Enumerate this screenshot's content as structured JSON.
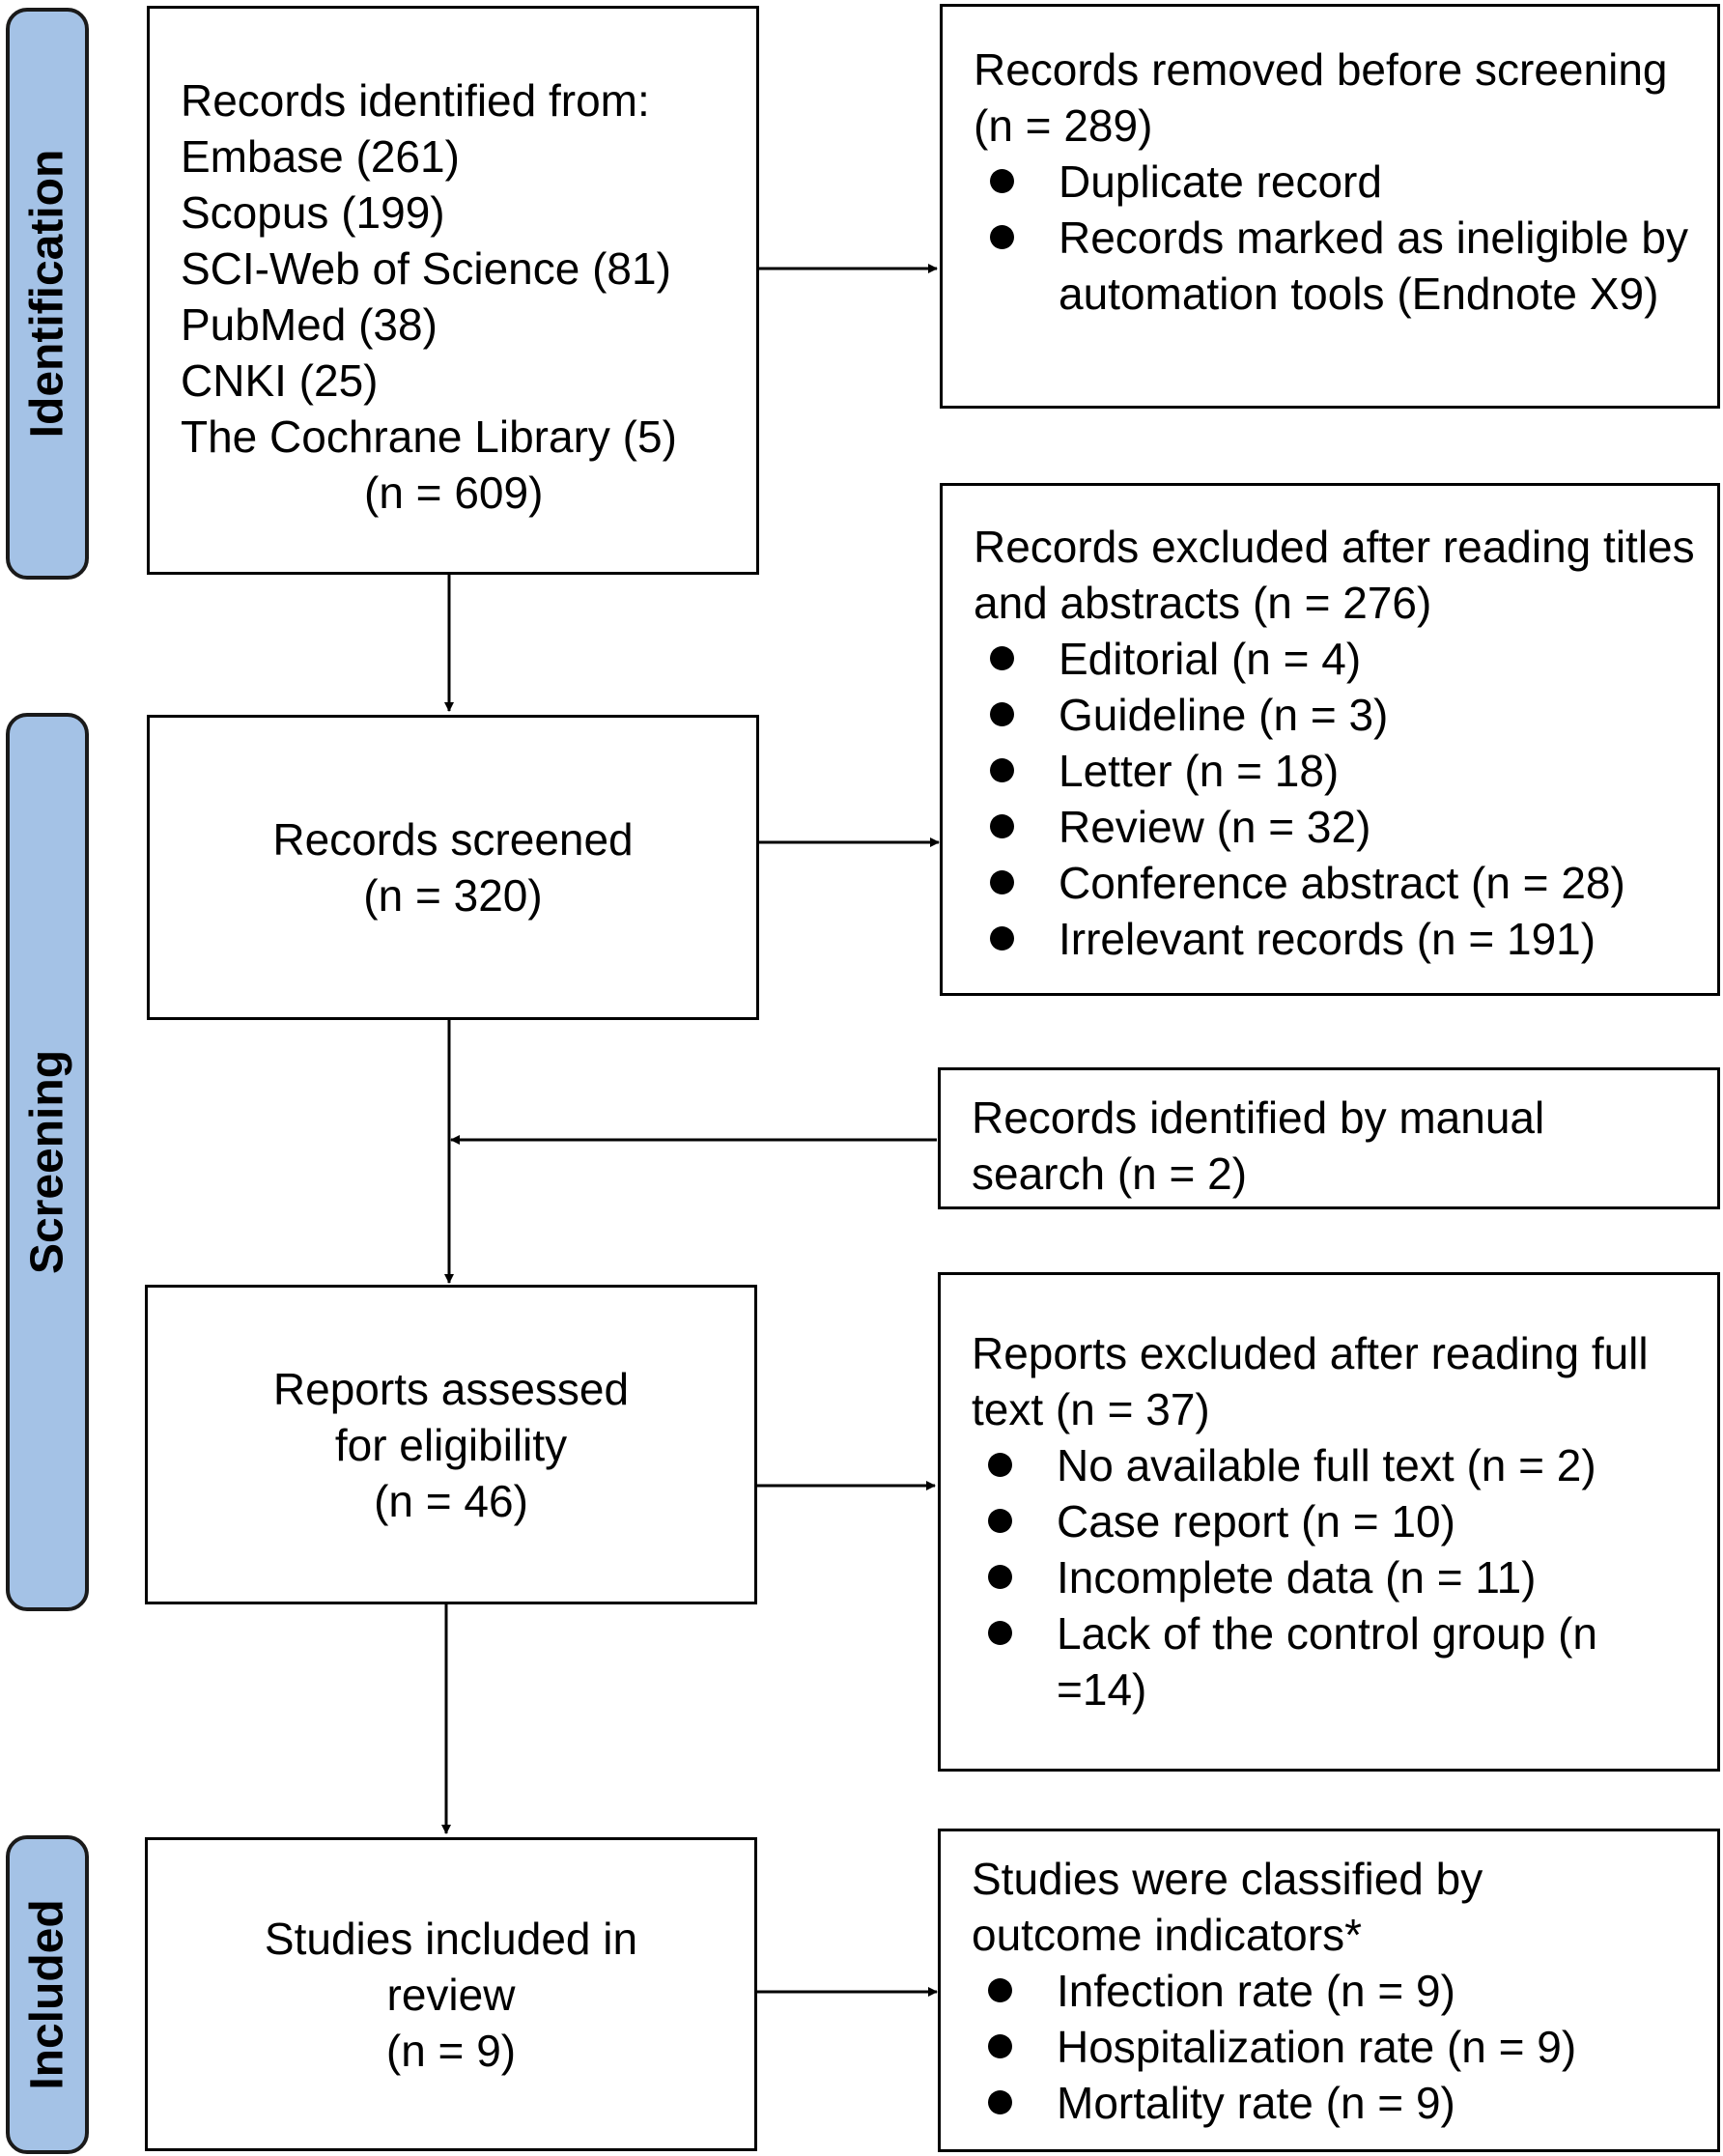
{
  "phases": {
    "identification": "Identification",
    "screening": "Screening",
    "included": "Included"
  },
  "identification_box": {
    "lines": [
      "Records identified from:",
      "Embase (261)",
      "Scopus (199)",
      "SCI-Web of Science (81)",
      "PubMed (38)",
      "CNKI (25)",
      "The Cochrane Library (5)"
    ],
    "total": "(n = 609)"
  },
  "removed_box": {
    "title": "Records removed before screening (n = 289)",
    "bullets": [
      "Duplicate record",
      "Records marked as ineligible by automation tools (Endnote X9)"
    ]
  },
  "screened_box": {
    "title": "Records screened",
    "count": "(n = 320)"
  },
  "excluded_title_box": {
    "title": "Records excluded after reading titles and abstracts (n = 276)",
    "bullets": [
      "Editorial (n = 4)",
      "Guideline (n = 3)",
      "Letter (n = 18)",
      "Review (n = 32)",
      "Conference abstract (n = 28)",
      "Irrelevant records (n = 191)"
    ]
  },
  "manual_box": {
    "title": "Records identified by manual search (n = 2)"
  },
  "eligibility_box": {
    "line1": "Reports assessed",
    "line2": "for eligibility",
    "count": "(n = 46)"
  },
  "excluded_full_box": {
    "title": "Reports excluded after reading full text (n = 37)",
    "bullets": [
      "No available full text (n = 2)",
      "Case report (n = 10)",
      "Incomplete data (n = 11)",
      "Lack of the control group (n =14)"
    ]
  },
  "included_box": {
    "line1": "Studies included in",
    "line2": "review",
    "count": "(n = 9)"
  },
  "classified_box": {
    "title": "Studies were classified by outcome indicators*",
    "bullets": [
      "Infection rate (n = 9)",
      "Hospitalization rate (n = 9)",
      "Mortality rate (n = 9)"
    ]
  }
}
